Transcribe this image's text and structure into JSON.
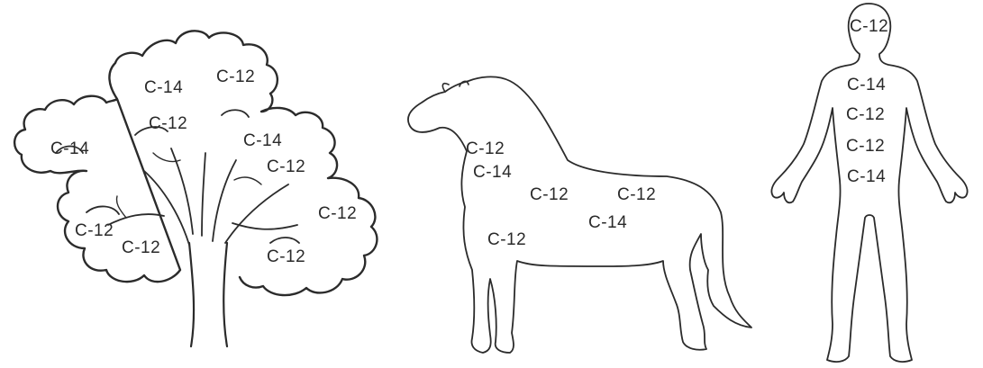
{
  "colors": {
    "ink": "#2b2b2b",
    "background": "#ffffff"
  },
  "tree": {
    "icon": "tree-icon",
    "labels": [
      "C-14",
      "C-12",
      "C-12",
      "C-14",
      "C-14",
      "C-12",
      "C-12",
      "C-12",
      "C-12",
      "C-12"
    ]
  },
  "horse": {
    "icon": "horse-icon",
    "labels": [
      "C-12",
      "C-14",
      "C-12",
      "C-12",
      "C-14",
      "C-12"
    ]
  },
  "human": {
    "icon": "human-icon",
    "labels": [
      "C-12",
      "C-14",
      "C-12",
      "C-12",
      "C-14"
    ]
  }
}
